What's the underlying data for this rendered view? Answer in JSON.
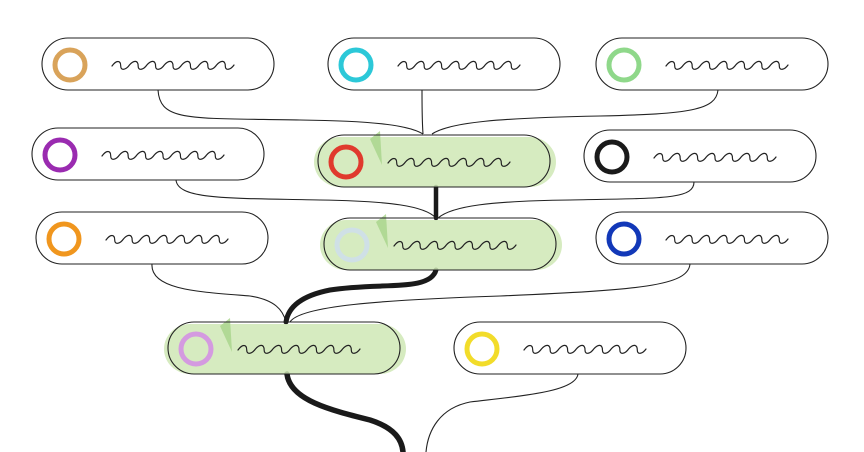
{
  "nodes": [
    {
      "id": "node-tan",
      "color": "#d9a35a",
      "highlighted": false
    },
    {
      "id": "node-cyan",
      "color": "#2cc8d8",
      "highlighted": false
    },
    {
      "id": "node-light-green",
      "color": "#8fd88a",
      "highlighted": false
    },
    {
      "id": "node-purple",
      "color": "#9a2bb0",
      "highlighted": false
    },
    {
      "id": "node-red",
      "color": "#e03a2e",
      "highlighted": true
    },
    {
      "id": "node-black",
      "color": "#1a1a1a",
      "highlighted": false
    },
    {
      "id": "node-orange",
      "color": "#f0961e",
      "highlighted": false
    },
    {
      "id": "node-light-blue",
      "color": "#cfe0e6",
      "highlighted": true
    },
    {
      "id": "node-blue",
      "color": "#1238b8",
      "highlighted": false
    },
    {
      "id": "node-pink",
      "color": "#d49ae0",
      "highlighted": true
    },
    {
      "id": "node-yellow",
      "color": "#f2dc2a",
      "highlighted": false
    }
  ],
  "links": [
    {
      "from": "node-tan",
      "to": "node-red",
      "weight": "thin"
    },
    {
      "from": "node-cyan",
      "to": "node-red",
      "weight": "thin"
    },
    {
      "from": "node-light-green",
      "to": "node-red",
      "weight": "thin"
    },
    {
      "from": "node-purple",
      "to": "node-light-blue",
      "weight": "thin"
    },
    {
      "from": "node-red",
      "to": "node-light-blue",
      "weight": "thick"
    },
    {
      "from": "node-black",
      "to": "node-light-blue",
      "weight": "thin"
    },
    {
      "from": "node-orange",
      "to": "node-pink",
      "weight": "thin"
    },
    {
      "from": "node-light-blue",
      "to": "node-pink",
      "weight": "thick"
    },
    {
      "from": "node-blue",
      "to": "node-pink",
      "weight": "thin"
    },
    {
      "from": "node-pink",
      "to": "root",
      "weight": "thick"
    },
    {
      "from": "node-yellow",
      "to": "root",
      "weight": "thin"
    }
  ],
  "colors": {
    "highlight": "#cfe8b5",
    "outline": "#222222",
    "thick_link": "#1a1a1a"
  }
}
